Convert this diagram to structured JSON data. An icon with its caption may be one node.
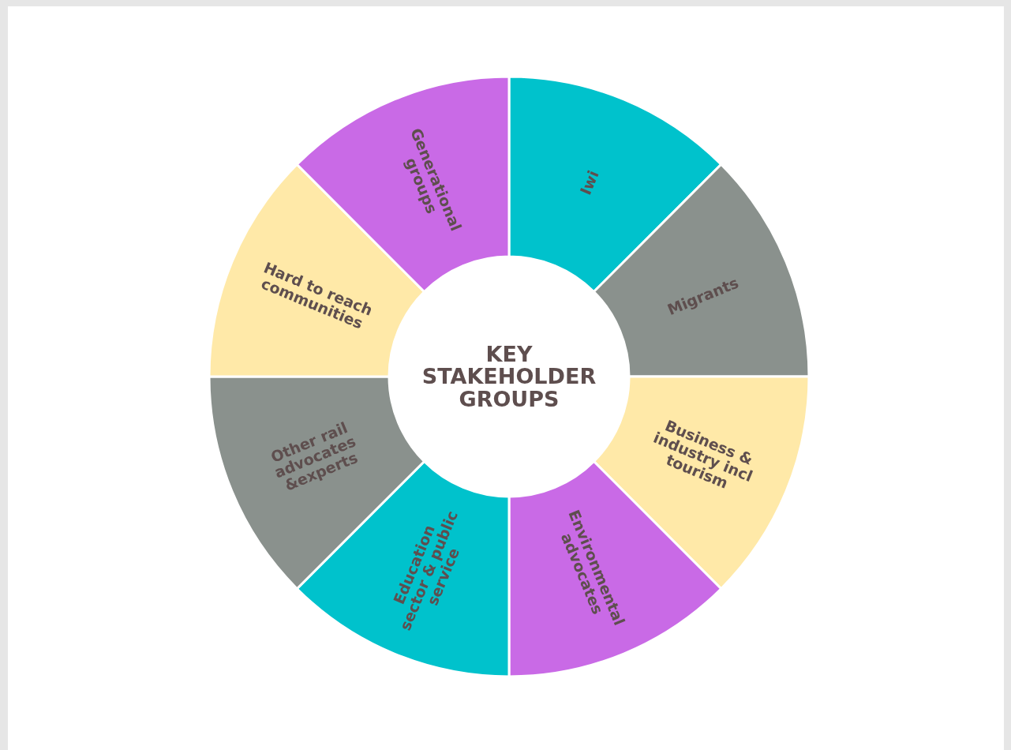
{
  "diagram": {
    "nodes": [
      {
        "text": [
          "KEY STAKEHOLDER GROUPS"
        ]
      },
      {
        "text": [
          "Iwi"
        ]
      },
      {
        "text": [
          "Migrants"
        ]
      },
      {
        "text": [
          "Business & industry incl tourism"
        ]
      },
      {
        "text": [
          "Environmental advocates"
        ]
      },
      {
        "text": [
          "Education sector & public service"
        ]
      },
      {
        "text": [
          "Other rail advocates &experts"
        ]
      },
      {
        "text": [
          "Hard to reach communities"
        ]
      },
      {
        "text": [
          "Generational groups"
        ]
      }
    ],
    "edges": []
  }
}
